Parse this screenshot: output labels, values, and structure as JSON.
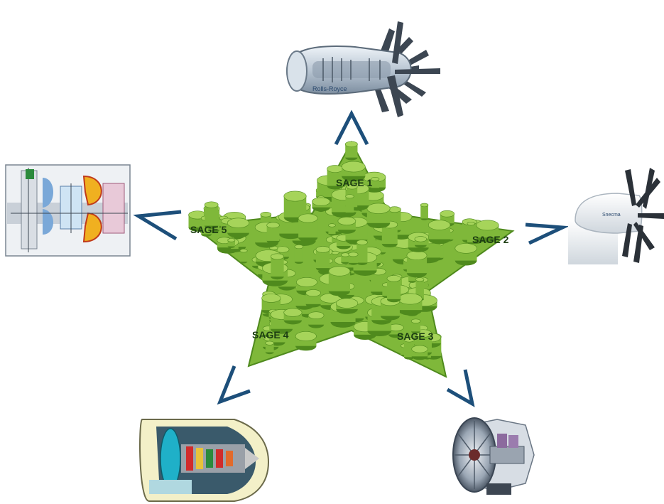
{
  "colors": {
    "star_green": "#7fb83a",
    "star_green_dark": "#4f8a1d",
    "star_green_light": "#a6d45a",
    "arrow_blue": "#1d4f7a",
    "label_text": "#1c3d12"
  },
  "labels": {
    "sage1": "SAGE 1",
    "sage2": "SAGE 2",
    "sage3": "SAGE 3",
    "sage4": "SAGE 4",
    "sage5": "SAGE 5"
  },
  "engines": {
    "top": {
      "icon": "open-rotor-engine-icon",
      "brand_text": "Rolls-Royce"
    },
    "right": {
      "icon": "open-rotor-nacelle-icon",
      "brand_text": "Snecma"
    },
    "bottom_right": {
      "icon": "turbofan-cutaway-icon"
    },
    "bottom_left": {
      "icon": "geared-turbofan-cutaway-icon"
    },
    "left": {
      "icon": "turboshaft-cutaway-icon"
    }
  }
}
